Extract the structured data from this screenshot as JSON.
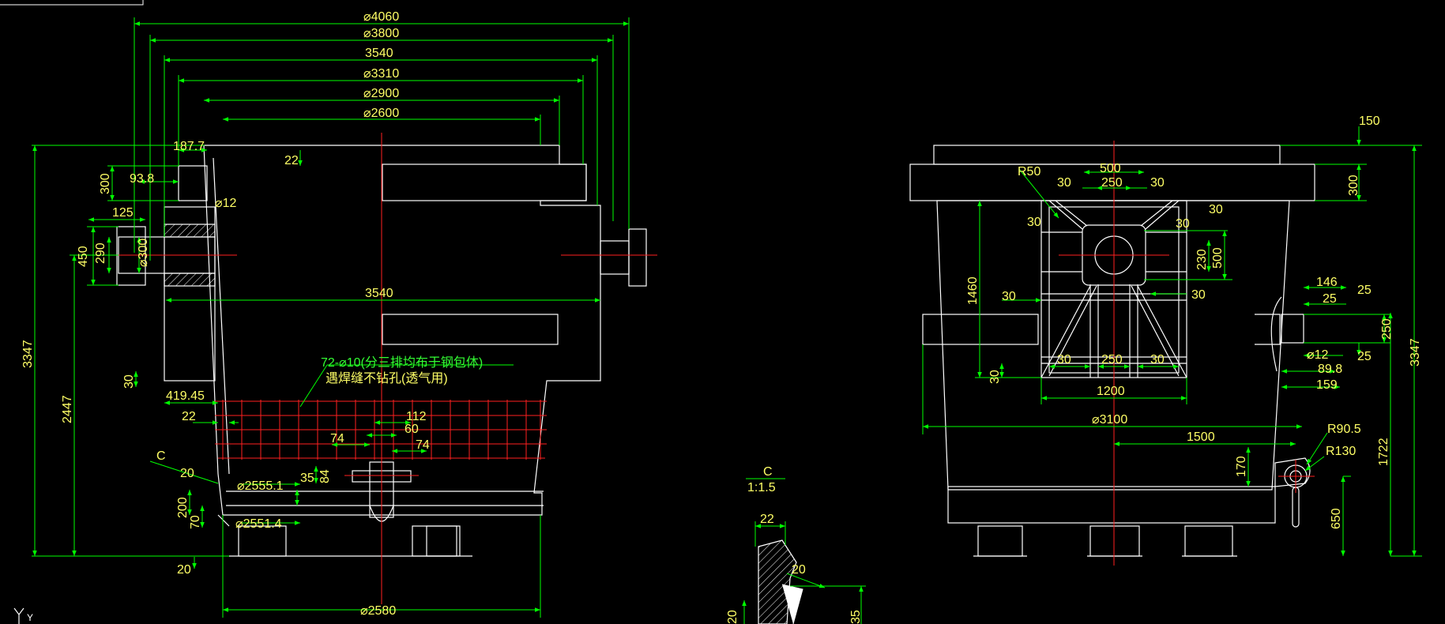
{
  "colors": {
    "background": "#000000",
    "outline": "#ffffff",
    "dimension_line": "#00ff00",
    "dimension_text": "#ffff66",
    "centerline": "#ff0000",
    "note_text": "#33ff33"
  },
  "front_view": {
    "diameters": {
      "d4060": "⌀4060",
      "d3800": "⌀3800",
      "d3540_label": "3540",
      "d3310": "⌀3310",
      "d2900": "⌀2900",
      "d2600": "⌀2600",
      "d3540_mid": "3540",
      "d2555": "⌀2555.1",
      "d2551": "⌀2551.4",
      "d2580": "⌀2580"
    },
    "dims": {
      "d187": "187.7",
      "d22_top": "22",
      "d300_v": "300",
      "d93": "93.8",
      "d12": "⌀12",
      "d125": "125",
      "d450": "450",
      "d290": "290",
      "d300_phi": "⌀300",
      "d3347": "3347",
      "d2447": "2447",
      "d30": "30",
      "d419": "419.45",
      "d22_left": "22",
      "d112": "112",
      "d60": "60",
      "d74_a": "74",
      "d74_b": "74",
      "d35": "35",
      "d84": "84",
      "d20_a": "20",
      "d200": "200",
      "d70": "70",
      "d20_b": "20"
    },
    "notes": {
      "holes": "72-⌀10(分三排均布于钢包体)",
      "weld": "遇焊缝不钻孔(透气用)",
      "section_mark": "C"
    }
  },
  "side_view": {
    "dims": {
      "d150": "150",
      "d300": "300",
      "r50": "R50",
      "d500_top": "500",
      "d250_top": "250",
      "d30_a": "30",
      "d30_b": "30",
      "d30_c": "30",
      "d30_d": "30",
      "d30_e": "30",
      "d230": "230",
      "d500_v": "500",
      "d30_f": "30",
      "d1460": "1460",
      "d30_g": "30",
      "d30_h": "30",
      "d250_bot": "250",
      "d30_i": "30",
      "d30_v": "30",
      "d1200": "1200",
      "d3100": "⌀3100",
      "d146": "146",
      "d25_a": "25",
      "d25_b": "25",
      "d250_v": "250",
      "d12": "⌀12",
      "d89": "89.8",
      "d25_c": "25",
      "d159": "159",
      "d3347": "3347",
      "d1500": "1500",
      "r90": "R90.5",
      "r130": "R130",
      "d170": "170",
      "d1722": "1722",
      "d650": "650"
    }
  },
  "detail_view": {
    "label": "C",
    "scale": "1:1.5",
    "dims": {
      "d22": "22",
      "d20_h": "20",
      "d20_v": "20",
      "d35": "35"
    }
  },
  "ucs_axis": "Y"
}
